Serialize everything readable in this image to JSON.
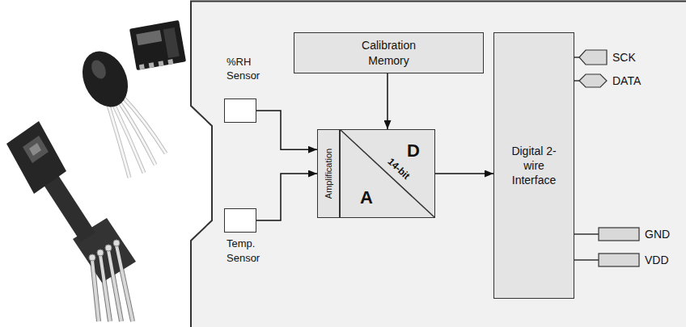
{
  "diagram": {
    "nodes": [
      {
        "text": [
          "%RH Sensor"
        ]
      },
      {
        "text": [
          "Calibration Memory"
        ]
      },
      {
        "text": [
          "Amplification"
        ]
      },
      {
        "text": [
          "D",
          "14-bit",
          "A"
        ]
      },
      {
        "text": [
          "Temp. Sensor"
        ]
      },
      {
        "text": [
          "Digital 2-wire Interface"
        ]
      }
    ],
    "edges": [
      {
        "from": 0,
        "to": 2,
        "arrow": "to"
      },
      {
        "from": 4,
        "to": 2,
        "arrow": "to"
      },
      {
        "from": 1,
        "to": 3,
        "arrow": "to"
      },
      {
        "from": 3,
        "to": 5,
        "arrow": "to"
      }
    ],
    "labels": [
      "SCK",
      "DATA",
      "GND",
      "VDD"
    ]
  }
}
